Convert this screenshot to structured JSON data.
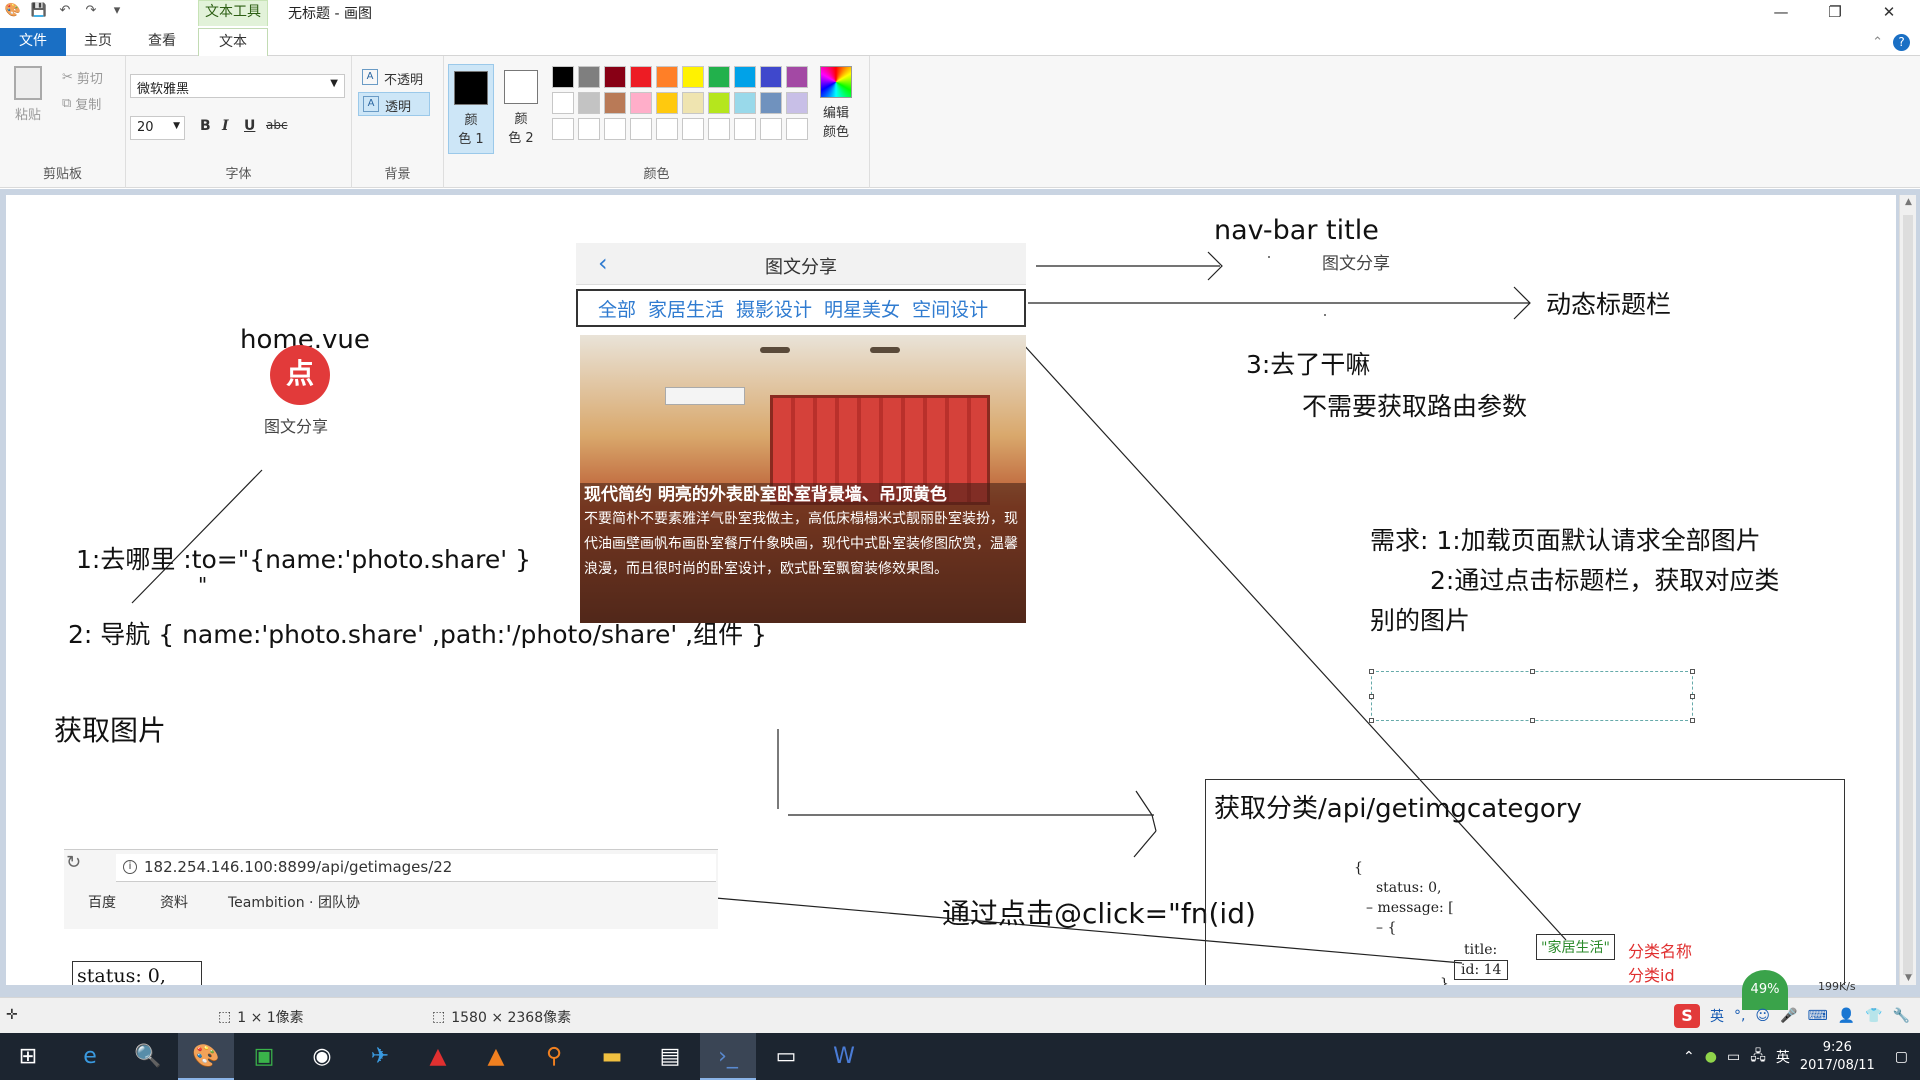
{
  "titlebar": {
    "context_tab": "文本工具",
    "window_title": "无标题 - 画图",
    "minimize": "—",
    "restore": "❐",
    "close": "✕"
  },
  "tabs": [
    "文件",
    "主页",
    "查看",
    "文本"
  ],
  "ribbon": {
    "clipboard": {
      "paste": "粘贴",
      "cut": "剪切",
      "copy": "复制",
      "label": "剪贴板"
    },
    "font": {
      "family": "微软雅黑",
      "size": "20",
      "bold": "B",
      "italic": "I",
      "underline": "U",
      "strike": "abc",
      "label": "字体"
    },
    "background": {
      "opaque": "不透明",
      "transparent": "透明",
      "label": "背景"
    },
    "colors": {
      "color1": "颜\n色 1",
      "color1_a": "颜",
      "color1_b": "色 1",
      "color2_a": "颜",
      "color2_b": "色 2",
      "edit_a": "编辑",
      "edit_b": "颜色",
      "label": "颜色",
      "palette_row1": [
        "#000000",
        "#7f7f7f",
        "#880015",
        "#ed1c24",
        "#ff7f27",
        "#fff200",
        "#22b14c",
        "#00a2e8",
        "#3f48cc",
        "#a349a4"
      ],
      "palette_row2": [
        "#ffffff",
        "#c3c3c3",
        "#b97a57",
        "#ffaec9",
        "#ffc90e",
        "#efe4b0",
        "#b5e61d",
        "#99d9ea",
        "#7092be",
        "#c8bfe7"
      ],
      "palette_row3": [
        "#ffffff",
        "#ffffff",
        "#ffffff",
        "#ffffff",
        "#ffffff",
        "#ffffff",
        "#ffffff",
        "#ffffff",
        "#ffffff",
        "#ffffff"
      ]
    }
  },
  "canvas": {
    "nav_bar_title": "nav-bar title",
    "nav_bar_sub": "图文分享",
    "dynamic_title": "动态标题栏",
    "step3": "3:去了干嘛",
    "no_route_param": "不需要获取路由参数",
    "home_vue": "home.vue",
    "badge_char": "点",
    "badge_label": "图文分享",
    "step1": "1:去哪里  :to=\"{name:'photo.share' }",
    "quote_mark": "\"",
    "step2": "2: 导航 {   name:'photo.share' ,path:'/photo/share' ,组件 }",
    "get_images": "获取图片",
    "req1": "需求: 1:加载页面默认请求全部图片",
    "req2": "2:通过点击标题栏，获取对应类",
    "req2b": "别的图片",
    "api_category": "获取分类/api/getimgcategory",
    "click_fn": "通过点击@click=\"fn(id)",
    "status_snippet": "status:  0,",
    "phone": {
      "back": "‹",
      "title": "图文分享",
      "categories": [
        "全部",
        "家居生活",
        "摄影设计",
        "明星美女",
        "空间设计"
      ],
      "caption_title": "现代简约 明亮的外表卧室卧室背景墙、吊顶黄色",
      "caption_body": "不要简朴不要素雅洋气卧室我做主，高低床榻榻米式靓丽卧室装扮，现代油画壁画帆布画卧室餐厅什象映画，现代中式卧室装修图欣赏，温馨浪漫，而且很时尚的卧室设计，欧式卧室飘窗装修效果图。"
    },
    "browser": {
      "url": "182.254.146.100:8899/api/getimages/22",
      "bookmarks": [
        "百度",
        "资料",
        "Teambition · 团队协"
      ]
    },
    "json": {
      "open_brace": "{",
      "status": "status: 0,",
      "message": "– message: [",
      "item_open": "– {",
      "title_key": "title:",
      "title_val": "\"家居生活\"",
      "id_key": "id: 14",
      "close": "}",
      "cat_name": "分类名称",
      "cat_id": "分类id"
    }
  },
  "statusbar": {
    "selection": "1 × 1像素",
    "canvas_size": "1580 × 2368像素",
    "net_pct": "49%",
    "net_speed": "199K/s"
  },
  "ime": {
    "logo": "S",
    "lang": "英"
  },
  "taskbar": {
    "tray_lang": "英",
    "time": "9:26",
    "date": "2017/08/11"
  }
}
